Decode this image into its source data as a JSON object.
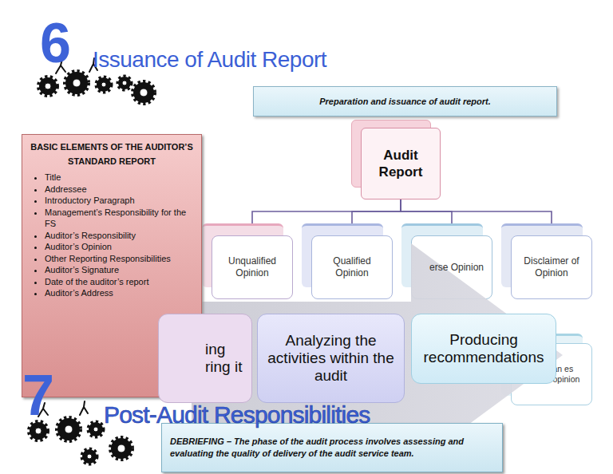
{
  "diagram": {
    "title": "Issuance of Audit Report",
    "nodes": [
      {
        "text": [
          "Preparation and issuance of audit report."
        ]
      },
      {
        "text": [
          "Audit Report"
        ]
      },
      {
        "text": [
          "Unqualified Opinion"
        ]
      },
      {
        "text": [
          "Qualified Opinion"
        ]
      },
      {
        "text": [
          "erse Opinion"
        ]
      },
      {
        "text": [
          "Disclaimer of Opinion"
        ]
      },
      {
        "text": [
          "hat an es not opinion"
        ]
      },
      {
        "text": [
          "BASIC ELEMENTS OF THE AUDITOR’S STANDARD REPORT",
          "Title",
          "Addressee",
          "Introductory Paragraph",
          "Management’s Responsibility for the FS",
          "Auditor’s Responsibility",
          "Auditor’s Opinion",
          "Other Reporting Responsibilities",
          "Auditor’s Signature",
          "Date of the auditor’s report",
          "Auditor’s Address"
        ]
      },
      {
        "text": [
          "ing ring it"
        ]
      },
      {
        "text": [
          "Analyzing the activities within the audit"
        ]
      },
      {
        "text": [
          "Producing recommendations"
        ]
      },
      {
        "text": [
          "DEBRIEFING – The phase of the audit process involves assessing and evaluating the quality of delivery of the audit service team."
        ]
      }
    ],
    "edges": [
      {
        "from": 1,
        "to": 2,
        "arrow": "none"
      },
      {
        "from": 1,
        "to": 3,
        "arrow": "none"
      },
      {
        "from": 1,
        "to": 4,
        "arrow": "none"
      },
      {
        "from": 1,
        "to": 5,
        "arrow": "none"
      }
    ],
    "labels": [
      "6",
      "7",
      "Post-Audit Responsibilities"
    ]
  }
}
